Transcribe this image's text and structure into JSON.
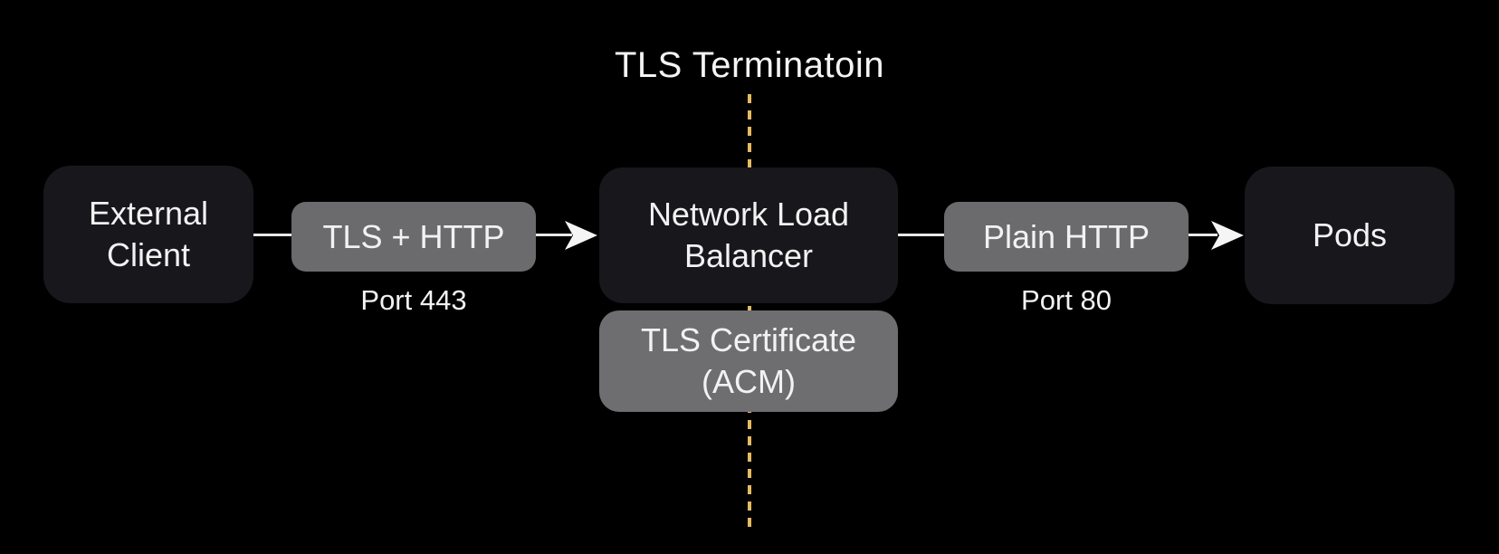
{
  "title": "TLS Terminatoin",
  "colors": {
    "background": "#000000",
    "dark_node": "#17171c",
    "gray_pill": "#6b6b6d",
    "cert_box": "#6e6e70",
    "text": "#f2f2f2",
    "boundary_dash": "#e3bb63",
    "connector": "#e8e8e8",
    "arrowhead": "#f5f5f5"
  },
  "nodes": {
    "external_client": {
      "line1": "External",
      "line2": "Client"
    },
    "tls_http": {
      "label": "TLS + HTTP",
      "port": "Port 443"
    },
    "nlb": {
      "line1": "Network Load",
      "line2": "Balancer"
    },
    "tls_cert": {
      "line1": "TLS Certificate",
      "line2": "(ACM)"
    },
    "plain_http": {
      "label": "Plain HTTP",
      "port": "Port 80"
    },
    "pods": {
      "label": "Pods"
    }
  }
}
